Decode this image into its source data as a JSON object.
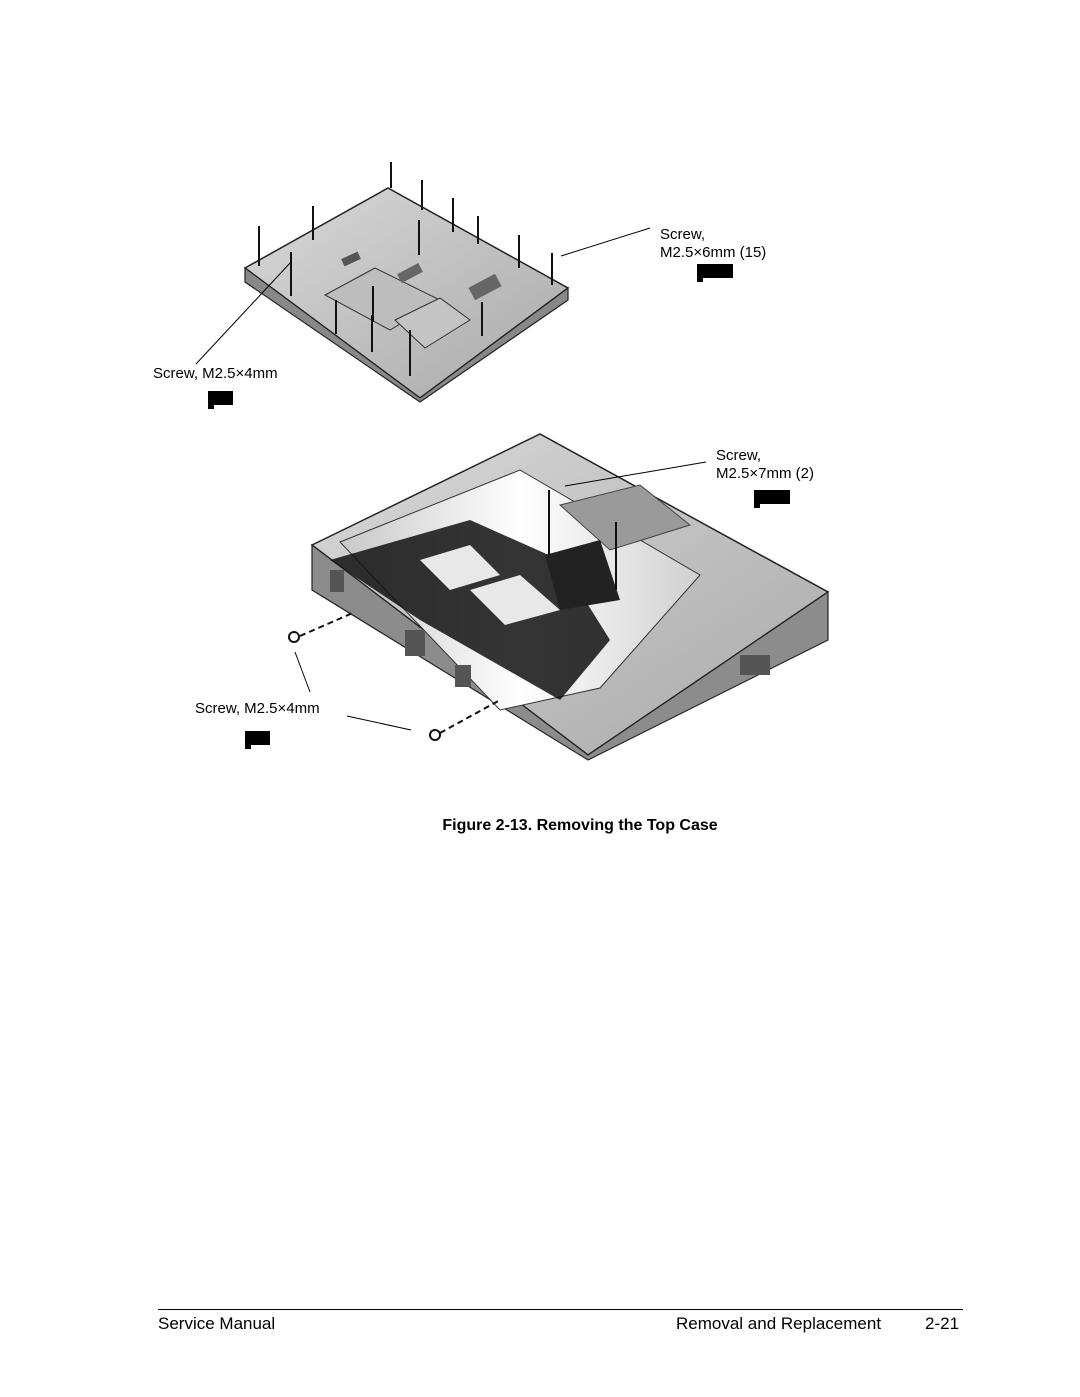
{
  "figure": {
    "callouts": {
      "top_right_line1": "Screw,",
      "top_right_line2": "M2.5×6mm (15)",
      "top_left": "Screw, M2.5×4mm",
      "mid_right_line1": "Screw,",
      "mid_right_line2": "M2.5×7mm (2)",
      "bottom_left": "Screw, M2.5×4mm"
    },
    "caption": "Figure 2-13. Removing the Top Case"
  },
  "footer": {
    "left": "Service Manual",
    "section": "Removal and Replacement",
    "page": "2-21"
  }
}
